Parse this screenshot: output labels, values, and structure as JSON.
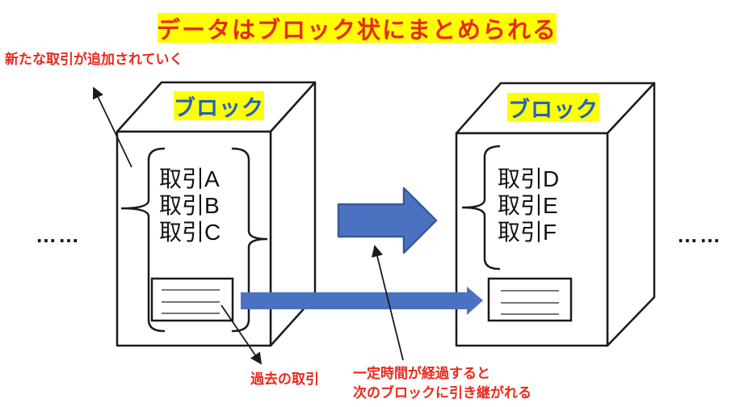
{
  "title": {
    "text": "データはブロック状にまとめられる"
  },
  "annotations": {
    "new_transactions": "新たな取引が追加されていく",
    "past_transactions": "過去の取引",
    "handover_line1": "一定時間が経過すると",
    "handover_line2": "次のブロックに引き継がれる"
  },
  "blocks": [
    {
      "label": "ブロック",
      "transactions": [
        "取引A",
        "取引B",
        "取引C"
      ]
    },
    {
      "label": "ブロック",
      "transactions": [
        "取引D",
        "取引E",
        "取引F"
      ]
    }
  ],
  "ellipsis": {
    "left": "……",
    "right": "……"
  },
  "colors": {
    "highlight_yellow": "#ffff00",
    "text_red": "#e8291c",
    "label_blue": "#1f62c5",
    "arrow_blue_fill": "#4a72c0",
    "arrow_blue_border": "#35599e",
    "line_black": "#1a1a1a"
  }
}
